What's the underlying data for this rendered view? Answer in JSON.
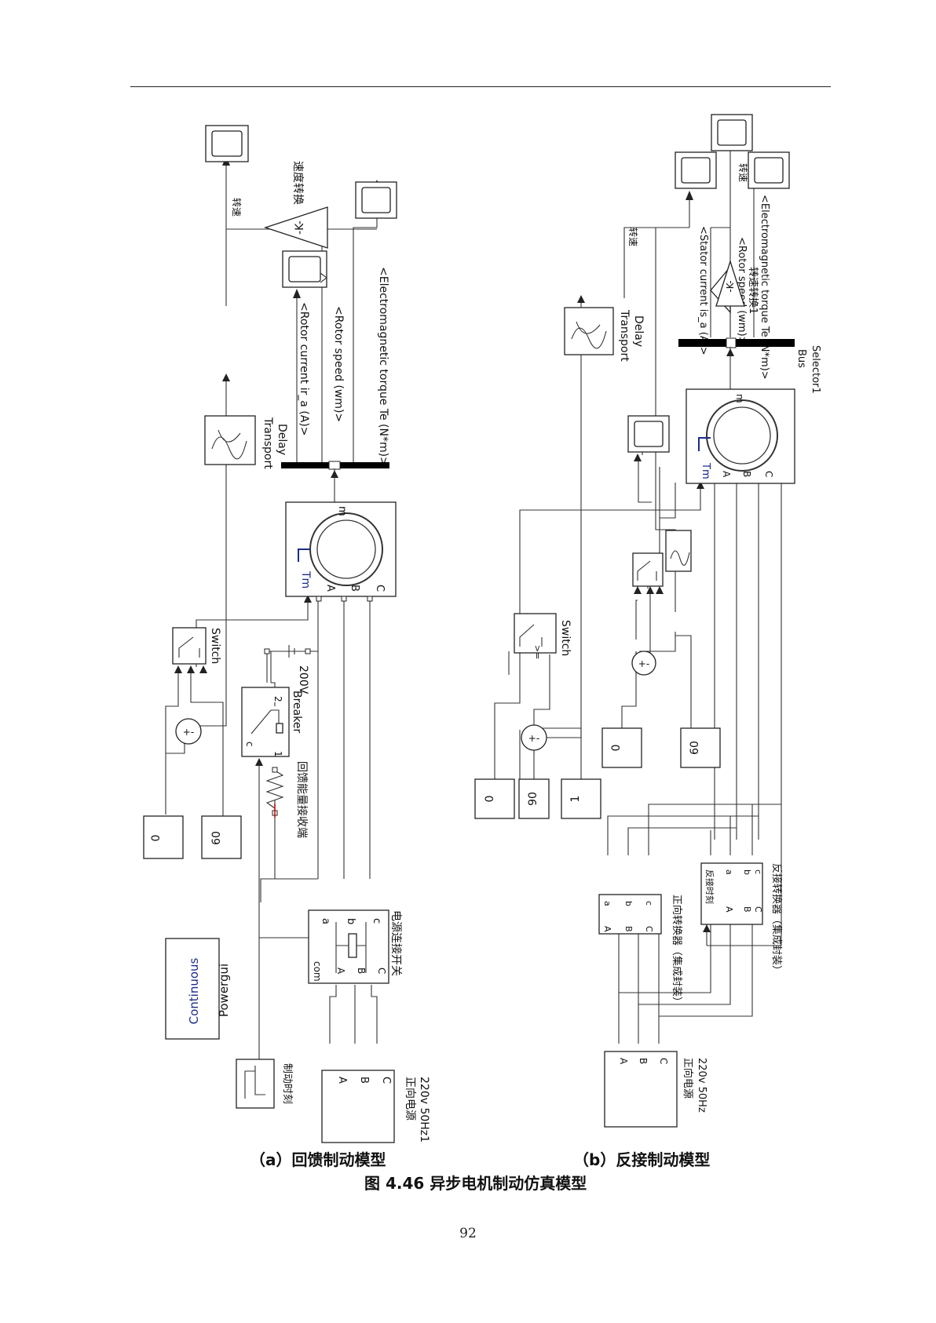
{
  "figure": {
    "caption_a": "（a）回馈制动模型",
    "caption_b": "（b）反接制动模型",
    "caption_main": "图 4.46  异步电机制动仿真模型",
    "page_number": "92"
  },
  "panel_a": {
    "powergui_main": "Continuous",
    "powergui_name": "Powergui",
    "source_name": "正向电源",
    "source_sub": "220v 50Hz1",
    "brake_time": "制动时刻",
    "switch_conn": "电源连接开关",
    "const0": "0",
    "const60": "60",
    "switch": "Switch",
    "breaker": "Breaker",
    "breaker_c": "c",
    "breaker_1": "1",
    "breaker_2": "2",
    "resistor": "回馈能量接收端",
    "dc": "200V",
    "delay1": "Transport",
    "delay2": "Delay",
    "tm": "Tm",
    "m": "m",
    "sig_rotor_current": "<Rotor current ir_a (A)>",
    "sig_rotor_speed": "<Rotor speed (wm)>",
    "sig_torque": "<Electromagnetic torque Te (N*m)>",
    "gain_k": "-K-",
    "speed_conv": "速度转换",
    "speed": "转速",
    "port_A": "A",
    "port_B": "B",
    "port_C": "C",
    "port_a": "a",
    "port_b": "b",
    "port_c": "c",
    "port_com": "com"
  },
  "panel_b": {
    "const0_top": "0",
    "const90": "90",
    "const1": "1",
    "const0_mid": "0",
    "const60": "60",
    "switch": "Switch",
    "switch_cond": ">=",
    "delay1": "Transport",
    "delay2": "Delay",
    "speed": "转速",
    "bus1": "Bus",
    "bus2": "Selector1",
    "tm": "Tm",
    "m": "m",
    "sig_stator": "<Stator current is_a (A)>",
    "sig_rotor_speed": "<Rotor speed (wm)>",
    "sig_torque": "<Electromagnetic torque Te (N*m)>",
    "speed_conv": "转速转换1",
    "gain_k": "-K-",
    "fwd_conv": "正向转换器（集成封装）",
    "rev_conv": "反接转换器（集成封装）",
    "rev_time": "反接时刻",
    "source_name": "正向电源",
    "source_sub": "220v 50Hz",
    "port_A": "A",
    "port_B": "B",
    "port_C": "C",
    "port_a": "a",
    "port_b": "b",
    "port_c": "c"
  }
}
